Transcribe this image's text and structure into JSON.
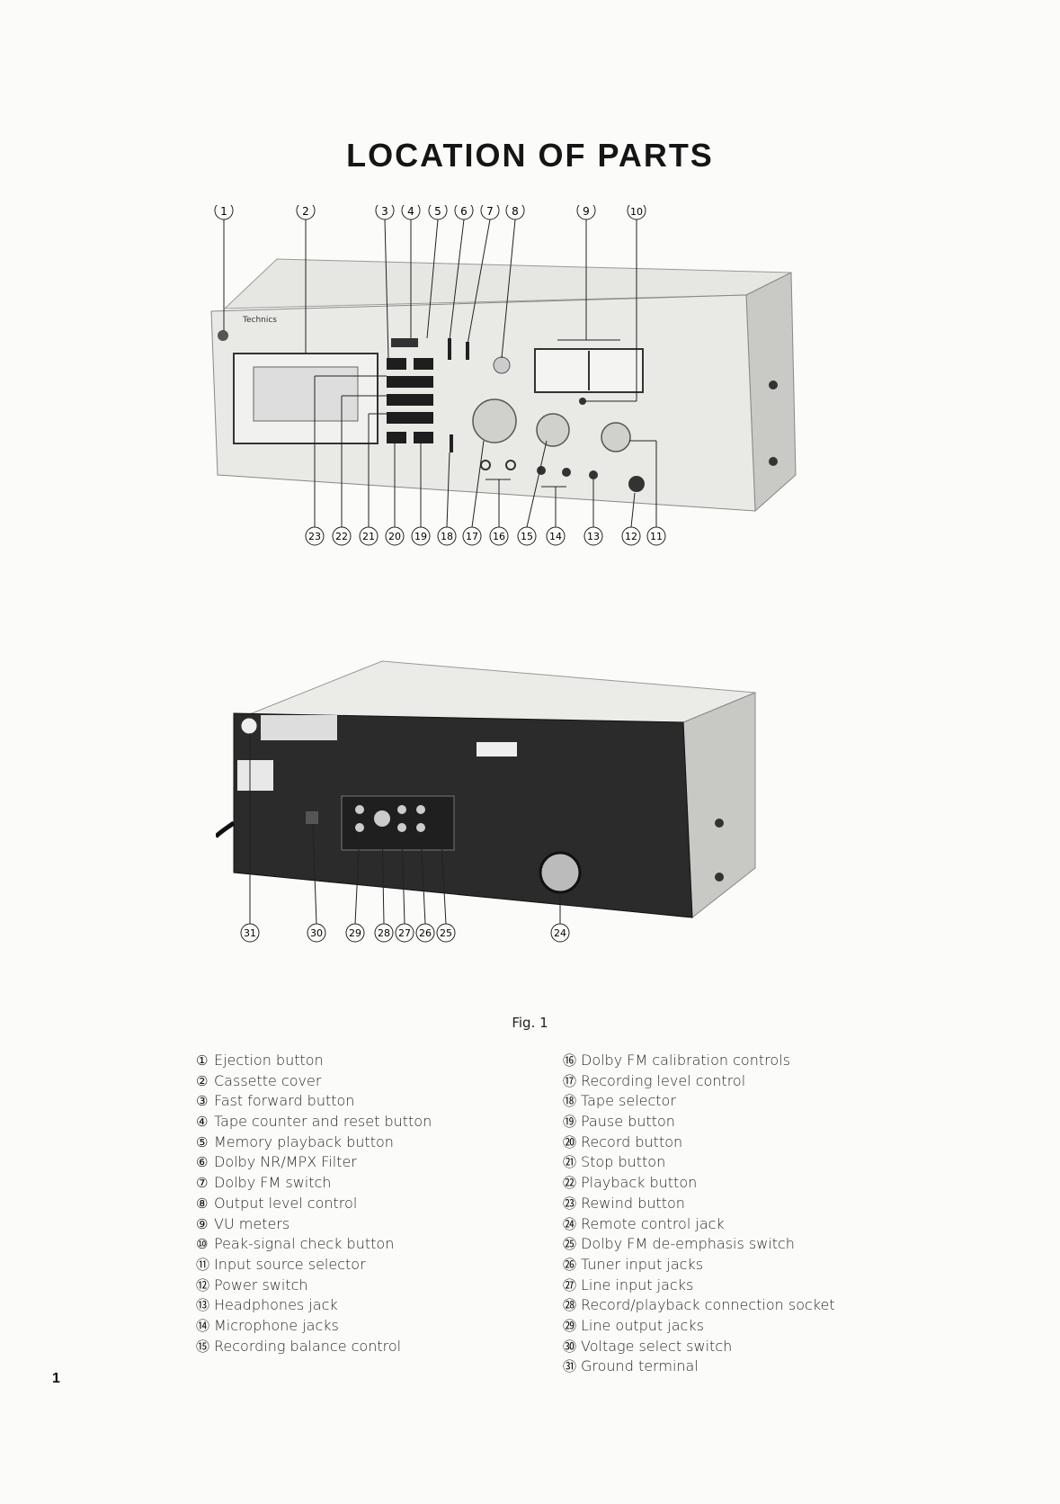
{
  "page": {
    "title": "LOCATION OF PARTS",
    "figure_caption": "Fig. 1",
    "page_number": "1"
  },
  "front_view": {
    "brand": "Technics",
    "top_callouts": [
      "1",
      "2",
      "3",
      "4",
      "5",
      "6",
      "7",
      "8",
      "9",
      "10"
    ],
    "bottom_callouts": [
      "23",
      "22",
      "21",
      "20",
      "19",
      "18",
      "17",
      "16",
      "15",
      "14",
      "13",
      "12",
      "11"
    ]
  },
  "rear_view": {
    "callouts": [
      "31",
      "30",
      "29",
      "28",
      "27",
      "26",
      "25",
      "24"
    ]
  },
  "legend": {
    "left": [
      {
        "num": "①",
        "label": "Ejection button"
      },
      {
        "num": "②",
        "label": "Cassette cover"
      },
      {
        "num": "③",
        "label": "Fast forward button"
      },
      {
        "num": "④",
        "label": "Tape counter and reset button"
      },
      {
        "num": "⑤",
        "label": "Memory playback button"
      },
      {
        "num": "⑥",
        "label": "Dolby NR/MPX Filter"
      },
      {
        "num": "⑦",
        "label": "Dolby FM switch"
      },
      {
        "num": "⑧",
        "label": "Output level control"
      },
      {
        "num": "⑨",
        "label": "VU meters"
      },
      {
        "num": "⑩",
        "label": "Peak-signal check button"
      },
      {
        "num": "⑪",
        "label": "Input source selector"
      },
      {
        "num": "⑫",
        "label": "Power switch"
      },
      {
        "num": "⑬",
        "label": "Headphones jack"
      },
      {
        "num": "⑭",
        "label": "Microphone jacks"
      },
      {
        "num": "⑮",
        "label": "Recording balance control"
      }
    ],
    "right": [
      {
        "num": "⑯",
        "label": "Dolby FM calibration controls"
      },
      {
        "num": "⑰",
        "label": "Recording level control"
      },
      {
        "num": "⑱",
        "label": "Tape selector"
      },
      {
        "num": "⑲",
        "label": "Pause button"
      },
      {
        "num": "⑳",
        "label": "Record button"
      },
      {
        "num": "㉑",
        "label": "Stop button"
      },
      {
        "num": "㉒",
        "label": "Playback button"
      },
      {
        "num": "㉓",
        "label": "Rewind button"
      },
      {
        "num": "㉔",
        "label": "Remote control jack"
      },
      {
        "num": "㉕",
        "label": "Dolby FM de-emphasis switch"
      },
      {
        "num": "㉖",
        "label": "Tuner input jacks"
      },
      {
        "num": "㉗",
        "label": "Line input jacks"
      },
      {
        "num": "㉘",
        "label": "Record/playback connection socket"
      },
      {
        "num": "㉙",
        "label": "Line output jacks"
      },
      {
        "num": "㉚",
        "label": "Voltage select switch"
      },
      {
        "num": "㉛",
        "label": "Ground terminal"
      }
    ]
  },
  "colors": {
    "paper": "#fbfbf9",
    "ink": "#1c1c1c",
    "panel": "#d9d9d6",
    "panel_dark": "#2b2b2b"
  }
}
